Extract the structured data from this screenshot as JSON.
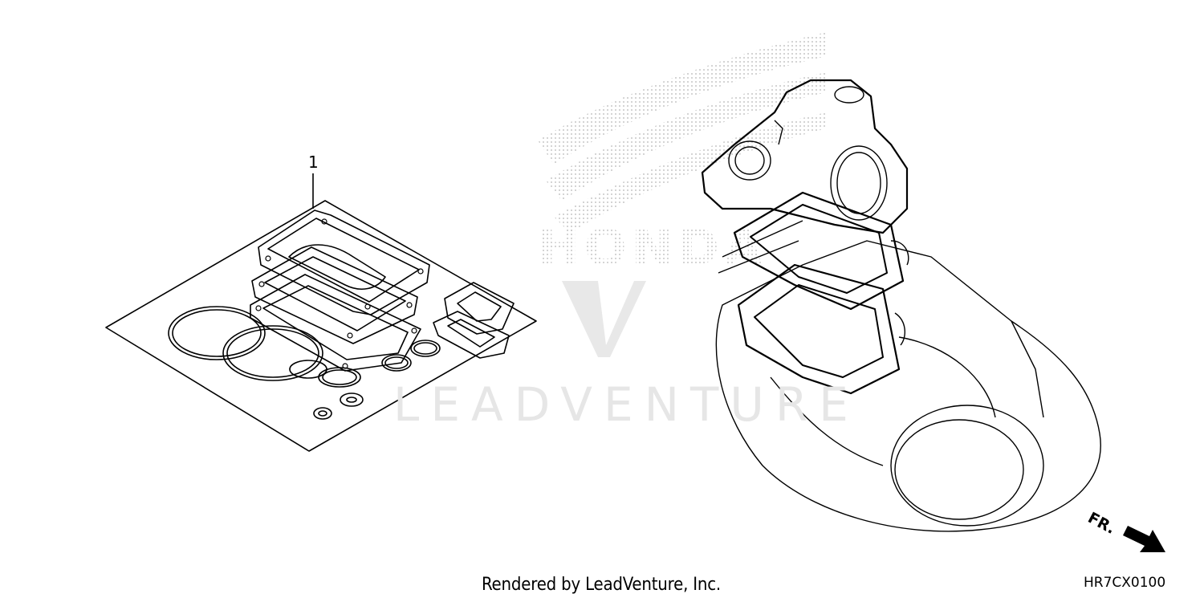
{
  "diagram": {
    "callout_number": "1",
    "footer_credit": "Rendered by LeadVenture, Inc.",
    "diagram_code": "HR7CX0100",
    "front_indicator": "FR.",
    "watermark": "LEADVENTURE",
    "background_logo_text": "HONDA"
  },
  "colors": {
    "line": "#000000",
    "watermark": "#e6e6e6",
    "dots": "#bdbdbd"
  }
}
